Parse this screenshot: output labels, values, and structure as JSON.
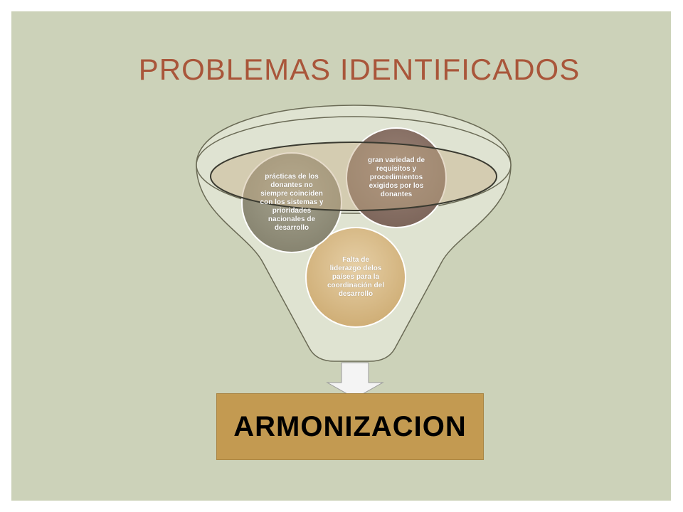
{
  "title": "PROBLEMAS IDENTIFICADOS",
  "circles": {
    "left": "prácticas de los donantes no siempre coinciden con los sistemas y prioridades nacionales de desarrollo",
    "right": "gran variedad de requisitos y procedimientos exigidos por los donantes",
    "bottom": "Falta de liderazgo delos países para la coordinación del desarrollo"
  },
  "result": "ARMONIZACION",
  "colors": {
    "background": "#ccd2b9",
    "title": "#a9563a",
    "box": "#c39a51",
    "circle_left": "#979480",
    "circle_right": "#8c7468",
    "circle_bottom": "#d9bd8c"
  }
}
